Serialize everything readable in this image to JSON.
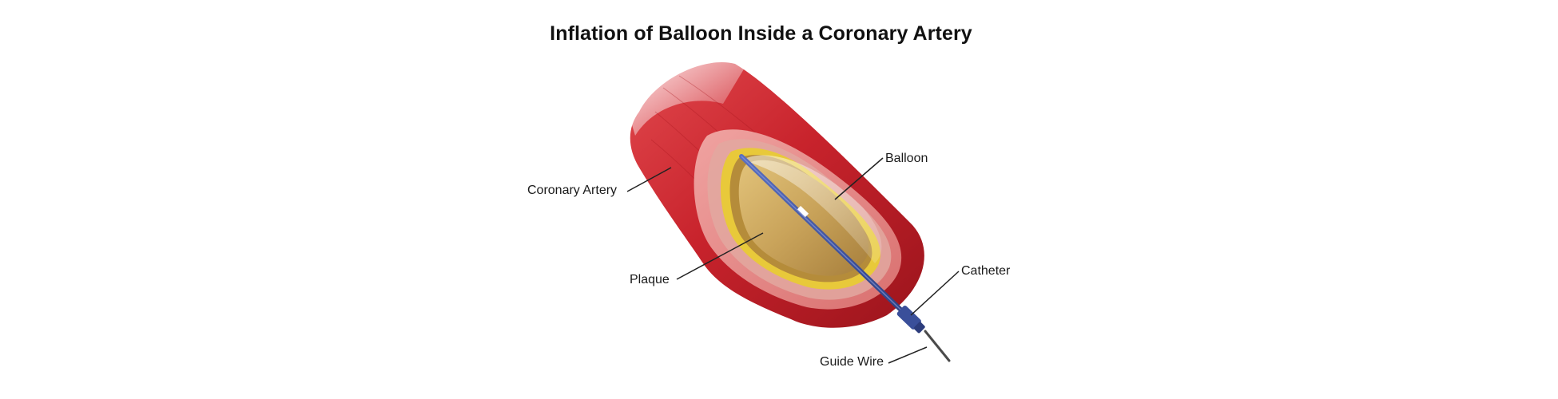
{
  "title": "Inflation of Balloon Inside a Coronary Artery",
  "labels": {
    "coronary_artery": "Coronary Artery",
    "balloon": "Balloon",
    "plaque": "Plaque",
    "catheter": "Catheter",
    "guide_wire": "Guide Wire"
  },
  "colors": {
    "artery_red": "#c8232c",
    "artery_inner": "#e88a88",
    "plaque_yellow": "#e8c93a",
    "balloon_tan": "#c9a35a",
    "catheter_blue": "#3a4f9a",
    "guide_wire_gray": "#4a4a4a"
  },
  "icons": [
    "artery-illustration"
  ]
}
